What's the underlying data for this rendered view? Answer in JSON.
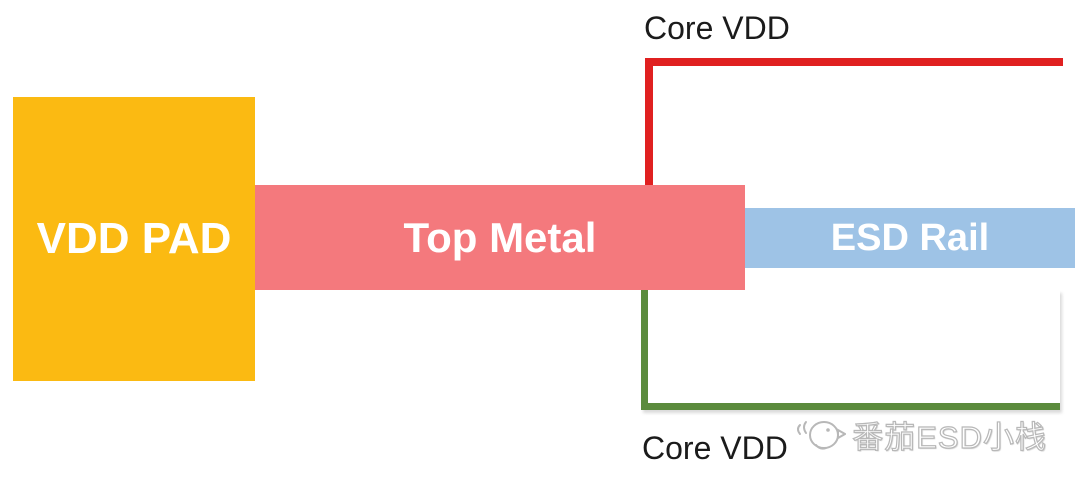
{
  "page": {
    "background": "#ffffff"
  },
  "blocks": {
    "vdd_pad": {
      "label": "VDD PAD",
      "color": "#FBBA12",
      "text_color": "#FFFFFF"
    },
    "top_metal": {
      "label": "Top Metal",
      "color": "#F4797D",
      "text_color": "#FFFFFF"
    },
    "esd_rail": {
      "label": "ESD Rail",
      "color": "#9EC3E6",
      "text_color": "#FFFFFF"
    }
  },
  "connections": {
    "core_vdd_top": {
      "label": "Core VDD",
      "color": "#E02020",
      "shape": "elbow-up-right"
    },
    "core_vdd_bottom": {
      "label": "Core VDD",
      "color": "#5B8B3D",
      "shape": "elbow-down-right"
    }
  },
  "watermark": {
    "text": "番茄ESD小栈",
    "icon": "chick-icon",
    "text_color": "#B8B8B8"
  }
}
